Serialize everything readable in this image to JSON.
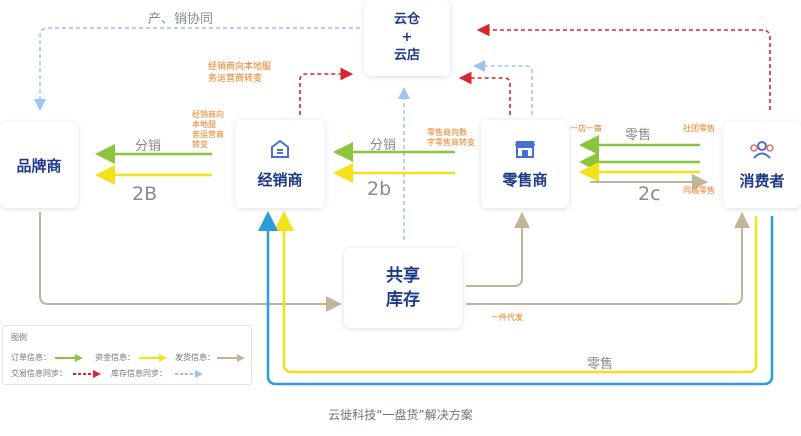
{
  "nodes": {
    "cloud": {
      "line1": "云仓",
      "line2": "+",
      "line3": "云店"
    },
    "brand": "品牌商",
    "distributor": "经销商",
    "retailer": "零售商",
    "consumer": "消费者",
    "shared": {
      "line1": "共享",
      "line2": "库存"
    }
  },
  "labels": {
    "top_flow": "产、销协同",
    "dist_to_cloud": [
      "经销商向本地服",
      "务运营商转变"
    ],
    "dist_note": [
      "经销商向",
      "本地服",
      "务运营商",
      "转变"
    ],
    "retail_note": [
      "零售商向数",
      "字零售商转变"
    ],
    "fenxiao_left": "分销",
    "fenxiao_mid": "分销",
    "lingshou_right": "零售",
    "tag_2b_left": "2B",
    "tag_2b_mid": "2b",
    "tag_2c": "2c",
    "one_store": "一店一策",
    "community": "社团零售",
    "same_city": "同城零售",
    "dropship": "一件代发",
    "lingshou_bottom": "零售"
  },
  "legend": {
    "title": "图例",
    "order": "订单信息：",
    "fund": "资金信息：",
    "ship": "发货信息：",
    "trade_sync": "交易信息同步：",
    "stock_sync": "库存信息同步："
  },
  "caption": "云徙科技“一盘货”解决方案",
  "colors": {
    "order": "#8bc43f",
    "fund": "#f5e11a",
    "ship": "#c2b49a",
    "trade": "#d6282f",
    "stock": "#9ec4f2",
    "blue_line": "#2d9cdb",
    "node_text": "#1f3a8a",
    "annotation": "#f07b1f"
  }
}
